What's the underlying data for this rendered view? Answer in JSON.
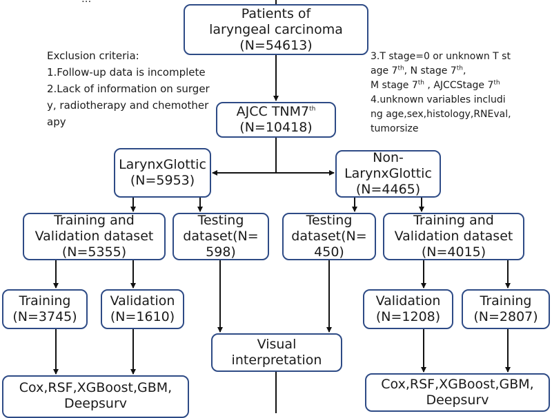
{
  "top_fragment": "...",
  "root": {
    "line1": "Patients of",
    "line2": "laryngeal carcinoma",
    "count": "(N=54613)"
  },
  "exclusion_left": {
    "heading": "Exclusion criteria:",
    "item1": "1.Follow-up data is incomplete",
    "item2_line1": "2.Lack of information on surger",
    "item2_line2": "y, radiotherapy and chemother",
    "item2_line3": "apy"
  },
  "exclusion_right": {
    "item3_line1": "3.T stage=0 or unknown T st",
    "item3_line2_a": "age 7",
    "item3_line2_b": ",   N stage 7",
    "item3_line2_c": ",",
    "item3_line3_a": "M stage 7",
    "item3_line3_b": " , AJCCStage 7",
    "item4_line1": "4.unknown variables includi",
    "item4_line2": "ng age,sex,histology,RNEval,",
    "item4_line3": "tumorsize",
    "superscript": "th"
  },
  "ajcc": {
    "label": "AJCC TNM7",
    "sup": "th",
    "count": "(N=10418)"
  },
  "glottic": {
    "label": "LarynxGlottic",
    "count": "(N=5953)"
  },
  "nonglottic": {
    "line1": "Non-",
    "line2": "LarynxGlottic",
    "count": "(N=4465)"
  },
  "left_trainval": {
    "line1": "Training and",
    "line2": "Validation dataset",
    "count": "(N=5355)"
  },
  "left_testing": {
    "line1": "Testing",
    "line2": "dataset(N=",
    "line3": "598)"
  },
  "right_testing": {
    "line1": "Testing",
    "line2": "dataset(N=",
    "line3": "450)"
  },
  "right_trainval": {
    "line1": "Training and",
    "line2": "Validation dataset",
    "count": "(N=4015)"
  },
  "left_training": {
    "label": "Training",
    "count": "(N=3745)"
  },
  "left_validation": {
    "label": "Validation",
    "count": "(N=1610)"
  },
  "right_validation": {
    "label": "Validation",
    "count": "(N=1208)"
  },
  "right_training": {
    "label": "Training",
    "count": "(N=2807)"
  },
  "visual": {
    "line1": "Visual",
    "line2": "interpretation"
  },
  "left_models": {
    "line1": "Cox,RSF,XGBoost,GBM,",
    "line2": "Deepsurv"
  },
  "right_models": {
    "line1": "Cox,RSF,XGBoost,GBM,",
    "line2": "Deepsurv"
  },
  "colors": {
    "box_border": "#2d4a85",
    "line": "#111111",
    "text": "#1a1a1a"
  }
}
